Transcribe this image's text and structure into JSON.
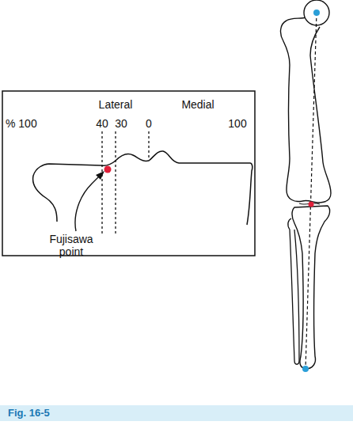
{
  "diagram": {
    "caption": "Fig. 16-5",
    "labels": [
      "Lateral",
      "Medial",
      "% 100",
      "40",
      "30",
      "0",
      "100",
      "Fujisawa point"
    ]
  }
}
